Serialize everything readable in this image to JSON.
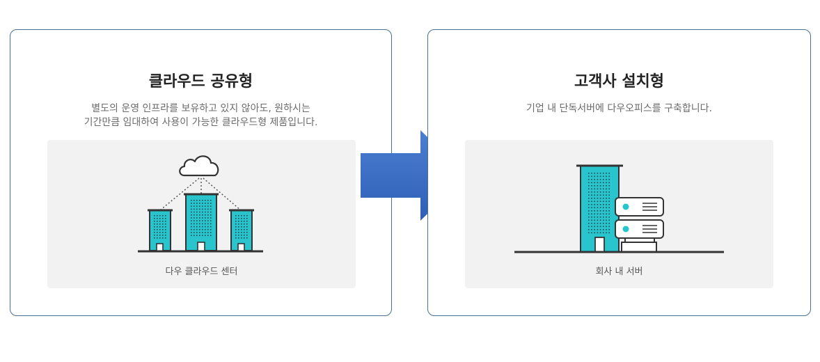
{
  "left_card": {
    "title": "클라우드 공유형",
    "desc_lines": [
      "별도의 운영 인프라를 보유하고 있지 않아도, 원하시는",
      "기간만큼 임대하여 사용이 가능한 클라우드형 제품입니다."
    ],
    "panel_label": "다우 클라우드 센터"
  },
  "right_card": {
    "title": "고객사 설치형",
    "desc_lines": [
      "기업 내 단독서버에 다우오피스를 구축합니다."
    ],
    "panel_label": "회사 내 서버"
  },
  "colors": {
    "border": "#4a6f96",
    "building": "#29c4cc",
    "outline": "#333333",
    "arrow_top": "#4a7fd0",
    "arrow_bottom": "#2f5fb8",
    "panel_bg": "#f2f2f2"
  }
}
